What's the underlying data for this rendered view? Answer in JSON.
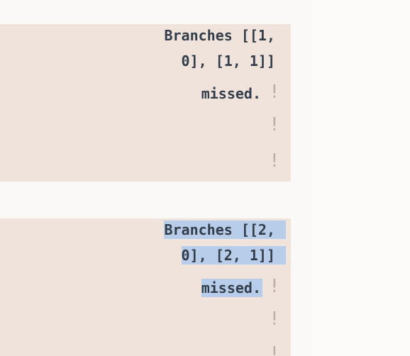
{
  "blocks": [
    {
      "line1": "Branches [[1,",
      "line2": "0], [1, 1]]",
      "line3": "missed.",
      "marks": [
        "!",
        "!",
        "!"
      ],
      "selected": false
    },
    {
      "line1": "Branches [[2,",
      "line2": "0], [2, 1]]",
      "line3": "missed.",
      "marks": [
        "!",
        "!",
        "!"
      ],
      "selected": true
    }
  ],
  "colors": {
    "block_bg": "#efe3dc",
    "text": "#333d4a",
    "selection": "#b8cdea",
    "mark": "#b7afa8"
  }
}
